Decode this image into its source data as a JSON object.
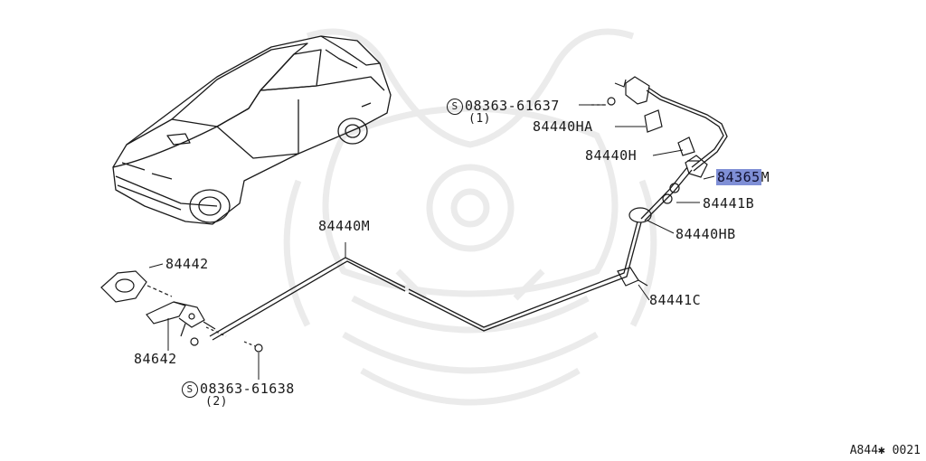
{
  "labels": {
    "bolt1_part": "08363-61637",
    "bolt1_qty": "(1)",
    "p84440HA": "84440HA",
    "p84440H": "84440H",
    "p84365": "84365",
    "p84365_suffix": "M",
    "p84441B": "84441B",
    "p84440M": "84440M",
    "p84440HB": "84440HB",
    "p84442": "84442",
    "p84441C": "84441C",
    "p84642": "84642",
    "bolt2_part": "08363-61638",
    "bolt2_qty": "(2)",
    "screw_symbol": "S"
  },
  "reference": "A844✱ 0021",
  "colors": {
    "highlight": "#7f8fd6",
    "line": "#1a1a1a",
    "watermark": "#ececec"
  }
}
